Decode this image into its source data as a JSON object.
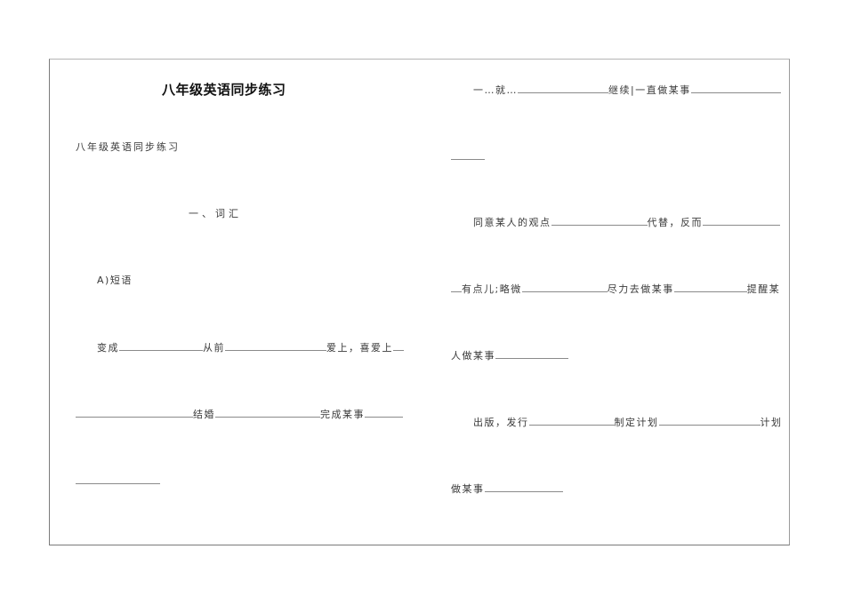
{
  "document": {
    "title": "八年级英语同步练习",
    "subtitle": "八年级英语同步练习",
    "section_heading": "一、词汇",
    "subsection_heading": "A)短语",
    "left_column": {
      "row1": {
        "a": "变成",
        "b": "从前",
        "c": "爱上，喜爱上"
      },
      "row2": {
        "a": "结婚",
        "b": "完成某事"
      }
    },
    "right_column": {
      "row1": {
        "a": "一…就…",
        "b": "继续|一直做某事"
      },
      "row3": {
        "a": "同意某人的观点",
        "b": "代替，反而"
      },
      "row4": {
        "a": "有点儿;略微",
        "b": "尽力去做某事",
        "c": "提醒某"
      },
      "row5": {
        "a": "人做某事"
      },
      "row6": {
        "a": "出版，发行",
        "b": "制定计划",
        "c": "计划"
      },
      "row7": {
        "a": "做某事"
      }
    }
  }
}
